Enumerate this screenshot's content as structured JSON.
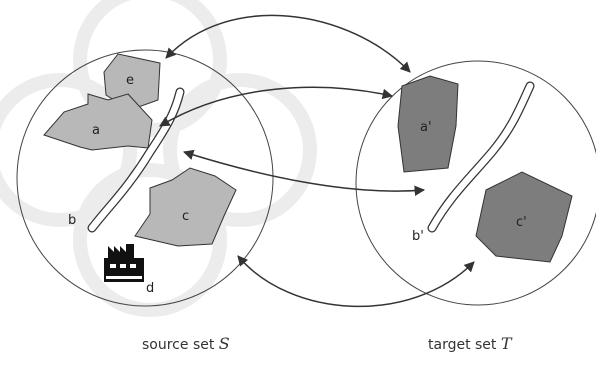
{
  "source_set": {
    "caption_text": "source set ",
    "caption_var": "S",
    "labels": {
      "e": "e",
      "a": "a",
      "b": "b",
      "c": "c",
      "d": "d"
    }
  },
  "target_set": {
    "caption_text": "target set ",
    "caption_var": "T",
    "labels": {
      "a_prime": "a'",
      "b_prime": "b'",
      "c_prime": "c'"
    }
  },
  "colors": {
    "light_shape": "#b8b8b8",
    "dark_shape": "#7d7d7d",
    "outline": "#333333",
    "arrow": "#333333",
    "watermark": "#ececec"
  }
}
